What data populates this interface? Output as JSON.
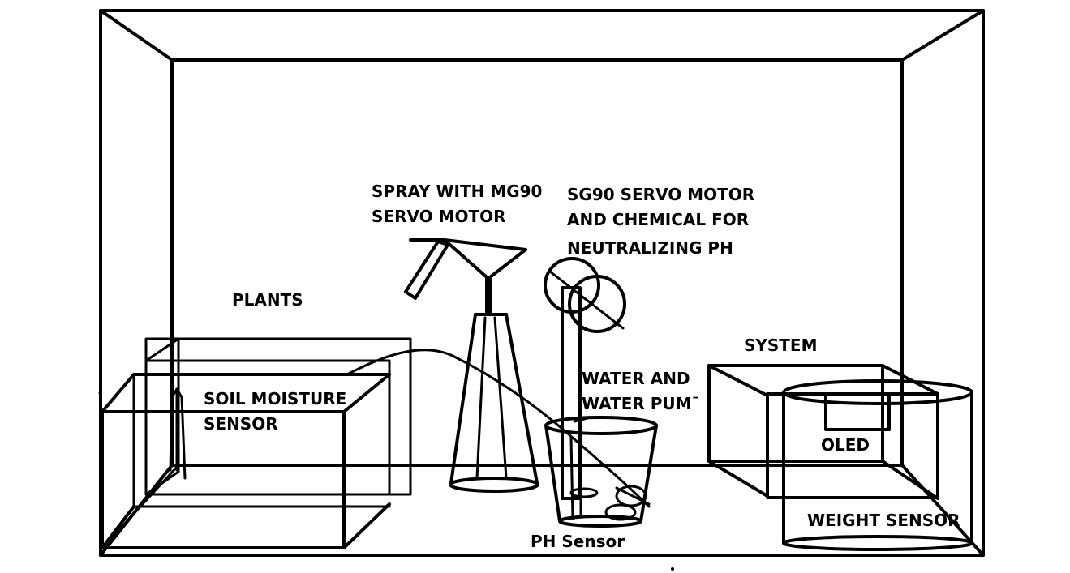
{
  "colors": {
    "background": "#ffffff",
    "ink": "#000000"
  },
  "labels": {
    "spray_line1": "SPRAY WITH MG90",
    "spray_line2": "SERVO MOTOR",
    "servo_line1": "SG90 SERVO MOTOR",
    "servo_line2": "AND CHEMICAL FOR",
    "servo_line3": "NEUTRALIZING PH",
    "plants": "PLANTS",
    "soil_line1": "SOIL MOISTURE",
    "soil_line2": "SENSOR",
    "system": "SYSTEM",
    "water_line1": "WATER AND",
    "water_line2": "WATER PUM¯",
    "oled": "OLED",
    "weight": "WEIGHT SENSOR",
    "ph_sensor": "PH Sensor"
  }
}
